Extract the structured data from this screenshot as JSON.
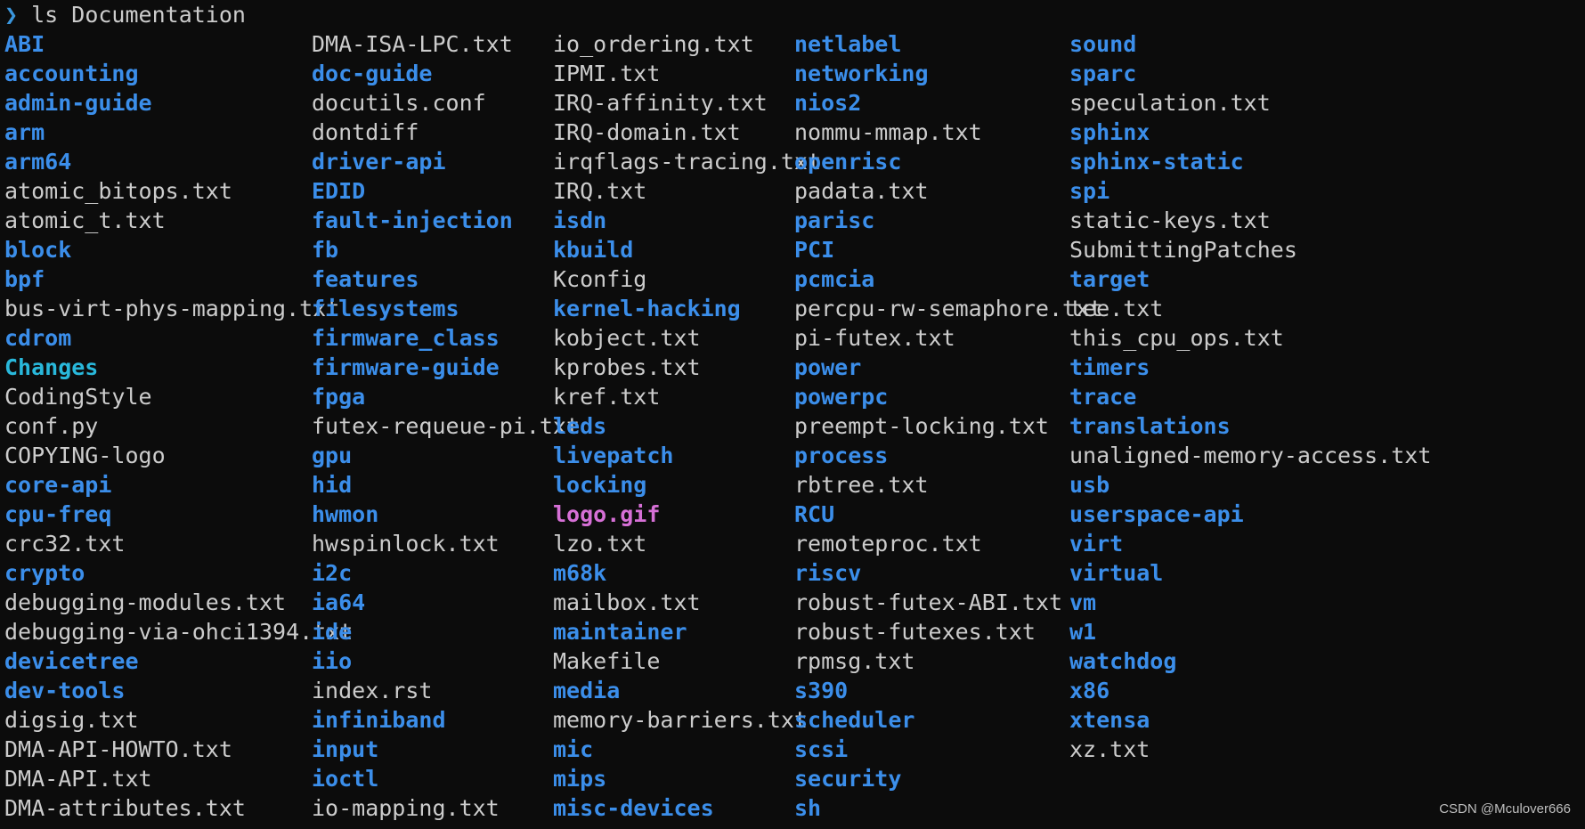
{
  "prompt": {
    "symbol": "❯",
    "command": "ls Documentation"
  },
  "listing": {
    "columns": [
      [
        {
          "name": "ABI",
          "type": "dir"
        },
        {
          "name": "accounting",
          "type": "dir"
        },
        {
          "name": "admin-guide",
          "type": "dir"
        },
        {
          "name": "arm",
          "type": "dir"
        },
        {
          "name": "arm64",
          "type": "dir"
        },
        {
          "name": "atomic_bitops.txt",
          "type": "file"
        },
        {
          "name": "atomic_t.txt",
          "type": "file"
        },
        {
          "name": "block",
          "type": "dir"
        },
        {
          "name": "bpf",
          "type": "dir"
        },
        {
          "name": "bus-virt-phys-mapping.txt",
          "type": "file"
        },
        {
          "name": "cdrom",
          "type": "dir"
        },
        {
          "name": "Changes",
          "type": "dir-alt"
        },
        {
          "name": "CodingStyle",
          "type": "file"
        },
        {
          "name": "conf.py",
          "type": "file"
        },
        {
          "name": "COPYING-logo",
          "type": "file"
        },
        {
          "name": "core-api",
          "type": "dir"
        },
        {
          "name": "cpu-freq",
          "type": "dir"
        },
        {
          "name": "crc32.txt",
          "type": "file"
        },
        {
          "name": "crypto",
          "type": "dir"
        },
        {
          "name": "debugging-modules.txt",
          "type": "file"
        },
        {
          "name": "debugging-via-ohci1394.txt",
          "type": "file"
        },
        {
          "name": "devicetree",
          "type": "dir"
        },
        {
          "name": "dev-tools",
          "type": "dir"
        },
        {
          "name": "digsig.txt",
          "type": "file"
        },
        {
          "name": "DMA-API-HOWTO.txt",
          "type": "file"
        },
        {
          "name": "DMA-API.txt",
          "type": "file"
        },
        {
          "name": "DMA-attributes.txt",
          "type": "file"
        }
      ],
      [
        {
          "name": "DMA-ISA-LPC.txt",
          "type": "file"
        },
        {
          "name": "doc-guide",
          "type": "dir"
        },
        {
          "name": "docutils.conf",
          "type": "file"
        },
        {
          "name": "dontdiff",
          "type": "file"
        },
        {
          "name": "driver-api",
          "type": "dir"
        },
        {
          "name": "EDID",
          "type": "dir"
        },
        {
          "name": "fault-injection",
          "type": "dir"
        },
        {
          "name": "fb",
          "type": "dir"
        },
        {
          "name": "features",
          "type": "dir"
        },
        {
          "name": "filesystems",
          "type": "dir"
        },
        {
          "name": "firmware_class",
          "type": "dir"
        },
        {
          "name": "firmware-guide",
          "type": "dir"
        },
        {
          "name": "fpga",
          "type": "dir"
        },
        {
          "name": "futex-requeue-pi.txt",
          "type": "file"
        },
        {
          "name": "gpu",
          "type": "dir"
        },
        {
          "name": "hid",
          "type": "dir"
        },
        {
          "name": "hwmon",
          "type": "dir"
        },
        {
          "name": "hwspinlock.txt",
          "type": "file"
        },
        {
          "name": "i2c",
          "type": "dir"
        },
        {
          "name": "ia64",
          "type": "dir"
        },
        {
          "name": "ide",
          "type": "dir"
        },
        {
          "name": "iio",
          "type": "dir"
        },
        {
          "name": "index.rst",
          "type": "file"
        },
        {
          "name": "infiniband",
          "type": "dir"
        },
        {
          "name": "input",
          "type": "dir"
        },
        {
          "name": "ioctl",
          "type": "dir"
        },
        {
          "name": "io-mapping.txt",
          "type": "file"
        }
      ],
      [
        {
          "name": "io_ordering.txt",
          "type": "file"
        },
        {
          "name": "IPMI.txt",
          "type": "file"
        },
        {
          "name": "IRQ-affinity.txt",
          "type": "file"
        },
        {
          "name": "IRQ-domain.txt",
          "type": "file"
        },
        {
          "name": "irqflags-tracing.txt",
          "type": "file"
        },
        {
          "name": "IRQ.txt",
          "type": "file"
        },
        {
          "name": "isdn",
          "type": "dir"
        },
        {
          "name": "kbuild",
          "type": "dir"
        },
        {
          "name": "Kconfig",
          "type": "file"
        },
        {
          "name": "kernel-hacking",
          "type": "dir"
        },
        {
          "name": "kobject.txt",
          "type": "file"
        },
        {
          "name": "kprobes.txt",
          "type": "file"
        },
        {
          "name": "kref.txt",
          "type": "file"
        },
        {
          "name": "leds",
          "type": "dir"
        },
        {
          "name": "livepatch",
          "type": "dir"
        },
        {
          "name": "locking",
          "type": "dir"
        },
        {
          "name": "logo.gif",
          "type": "img"
        },
        {
          "name": "lzo.txt",
          "type": "file"
        },
        {
          "name": "m68k",
          "type": "dir"
        },
        {
          "name": "mailbox.txt",
          "type": "file"
        },
        {
          "name": "maintainer",
          "type": "dir"
        },
        {
          "name": "Makefile",
          "type": "file"
        },
        {
          "name": "media",
          "type": "dir"
        },
        {
          "name": "memory-barriers.txt",
          "type": "file"
        },
        {
          "name": "mic",
          "type": "dir"
        },
        {
          "name": "mips",
          "type": "dir"
        },
        {
          "name": "misc-devices",
          "type": "dir"
        }
      ],
      [
        {
          "name": "netlabel",
          "type": "dir"
        },
        {
          "name": "networking",
          "type": "dir"
        },
        {
          "name": "nios2",
          "type": "dir"
        },
        {
          "name": "nommu-mmap.txt",
          "type": "file"
        },
        {
          "name": "openrisc",
          "type": "dir"
        },
        {
          "name": "padata.txt",
          "type": "file"
        },
        {
          "name": "parisc",
          "type": "dir"
        },
        {
          "name": "PCI",
          "type": "dir"
        },
        {
          "name": "pcmcia",
          "type": "dir"
        },
        {
          "name": "percpu-rw-semaphore.txt",
          "type": "file"
        },
        {
          "name": "pi-futex.txt",
          "type": "file"
        },
        {
          "name": "power",
          "type": "dir"
        },
        {
          "name": "powerpc",
          "type": "dir"
        },
        {
          "name": "preempt-locking.txt",
          "type": "file"
        },
        {
          "name": "process",
          "type": "dir"
        },
        {
          "name": "rbtree.txt",
          "type": "file"
        },
        {
          "name": "RCU",
          "type": "dir"
        },
        {
          "name": "remoteproc.txt",
          "type": "file"
        },
        {
          "name": "riscv",
          "type": "dir"
        },
        {
          "name": "robust-futex-ABI.txt",
          "type": "file"
        },
        {
          "name": "robust-futexes.txt",
          "type": "file"
        },
        {
          "name": "rpmsg.txt",
          "type": "file"
        },
        {
          "name": "s390",
          "type": "dir"
        },
        {
          "name": "scheduler",
          "type": "dir"
        },
        {
          "name": "scsi",
          "type": "dir"
        },
        {
          "name": "security",
          "type": "dir"
        },
        {
          "name": "sh",
          "type": "dir"
        }
      ],
      [
        {
          "name": "sound",
          "type": "dir"
        },
        {
          "name": "sparc",
          "type": "dir"
        },
        {
          "name": "speculation.txt",
          "type": "file"
        },
        {
          "name": "sphinx",
          "type": "dir"
        },
        {
          "name": "sphinx-static",
          "type": "dir"
        },
        {
          "name": "spi",
          "type": "dir"
        },
        {
          "name": "static-keys.txt",
          "type": "file"
        },
        {
          "name": "SubmittingPatches",
          "type": "file"
        },
        {
          "name": "target",
          "type": "dir"
        },
        {
          "name": "tee.txt",
          "type": "file"
        },
        {
          "name": "this_cpu_ops.txt",
          "type": "file"
        },
        {
          "name": "timers",
          "type": "dir"
        },
        {
          "name": "trace",
          "type": "dir"
        },
        {
          "name": "translations",
          "type": "dir"
        },
        {
          "name": "unaligned-memory-access.txt",
          "type": "file"
        },
        {
          "name": "usb",
          "type": "dir"
        },
        {
          "name": "userspace-api",
          "type": "dir"
        },
        {
          "name": "virt",
          "type": "dir"
        },
        {
          "name": "virtual",
          "type": "dir"
        },
        {
          "name": "vm",
          "type": "dir"
        },
        {
          "name": "w1",
          "type": "dir"
        },
        {
          "name": "watchdog",
          "type": "dir"
        },
        {
          "name": "x86",
          "type": "dir"
        },
        {
          "name": "xtensa",
          "type": "dir"
        },
        {
          "name": "xz.txt",
          "type": "file"
        }
      ]
    ]
  },
  "watermark": "CSDN @Mculover666",
  "colors": {
    "background": "#0c0c0c",
    "text": "#cccccc",
    "directory": "#3b8eea",
    "directory_alt": "#29b8db",
    "image_file": "#d670d6",
    "prompt": "#3a96dd"
  }
}
